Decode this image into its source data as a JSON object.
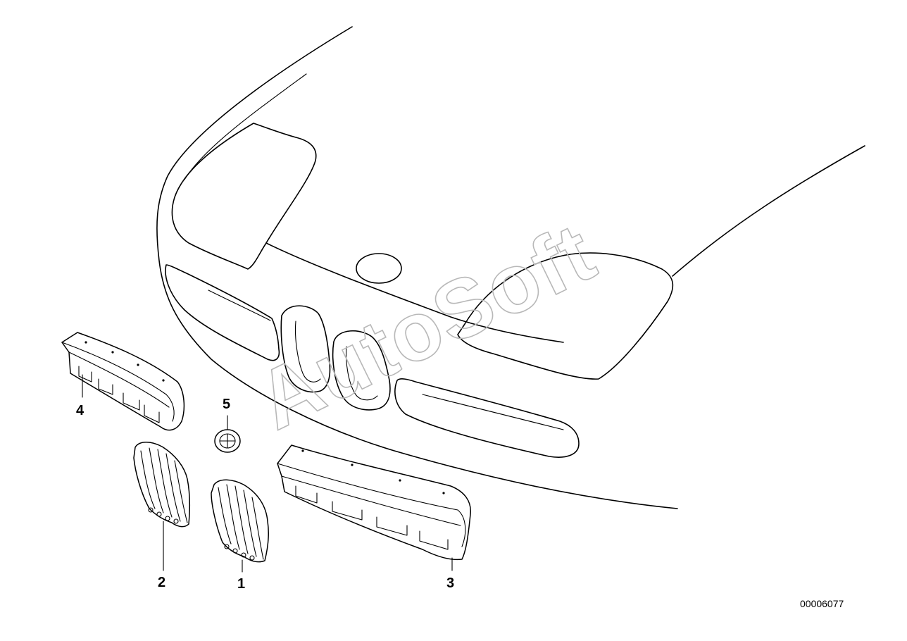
{
  "diagram": {
    "watermark_text": "AutoSoft",
    "diagram_number": "00006077",
    "callouts": [
      {
        "id": "1",
        "label": "1"
      },
      {
        "id": "2",
        "label": "2"
      },
      {
        "id": "3",
        "label": "3"
      },
      {
        "id": "4",
        "label": "4"
      },
      {
        "id": "5",
        "label": "5"
      }
    ]
  }
}
